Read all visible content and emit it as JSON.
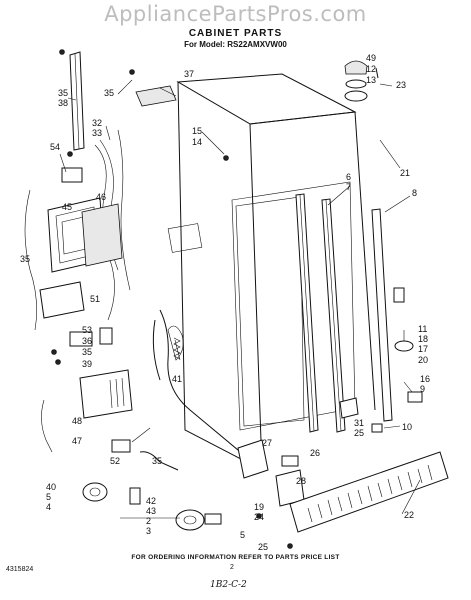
{
  "watermark": "AppliancePartsPros.com",
  "title": "CABINET PARTS",
  "model": "For Model: RS22AMXVW00",
  "footer": "FOR ORDERING INFORMATION REFER TO PARTS PRICE LIST",
  "doc_number": "4315824",
  "page_number": "2",
  "handwritten": "1B2-C-2",
  "callouts": [
    "35",
    "38",
    "37",
    "35",
    "32",
    "33",
    "54",
    "46",
    "45",
    "35",
    "51",
    "53",
    "36",
    "35",
    "39",
    "48",
    "47",
    "40",
    "5",
    "4",
    "52",
    "35",
    "42",
    "43",
    "2",
    "3",
    "5",
    "19",
    "24",
    "25",
    "27",
    "26",
    "28",
    "31",
    "25",
    "41",
    "15",
    "14",
    "49",
    "12",
    "13",
    "23",
    "21",
    "6",
    "7",
    "8",
    "11",
    "18",
    "17",
    "20",
    "16",
    "9",
    "10",
    "22"
  ]
}
